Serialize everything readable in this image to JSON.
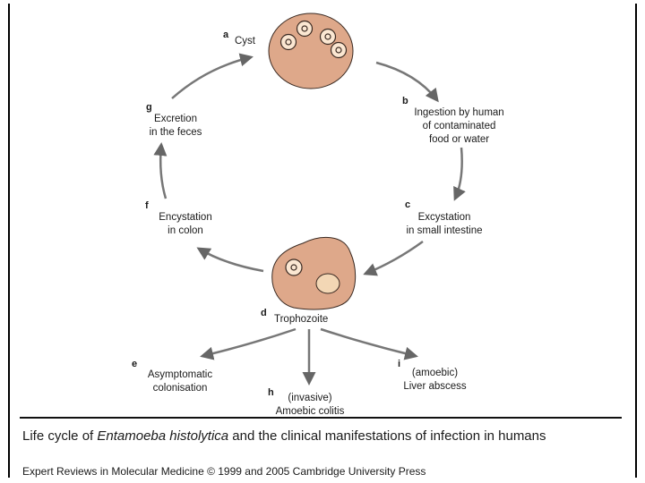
{
  "diagram": {
    "stages": {
      "a": {
        "letter": "a",
        "label": "Cyst"
      },
      "b": {
        "letter": "b",
        "line1": "Ingestion by human",
        "line2": "of contaminated",
        "line3": "food or water"
      },
      "c": {
        "letter": "c",
        "line1": "Excystation",
        "line2": "in small intestine"
      },
      "d": {
        "letter": "d",
        "label": "Trophozoite"
      },
      "e": {
        "letter": "e",
        "line1": "Asymptomatic",
        "line2": "colonisation"
      },
      "f": {
        "letter": "f",
        "line1": "Encystation",
        "line2": "in colon"
      },
      "g": {
        "letter": "g",
        "line1": "Excretion",
        "line2": "in the feces"
      },
      "h": {
        "letter": "h",
        "line1": "(invasive)",
        "line2": "Amoebic colitis"
      },
      "i": {
        "letter": "i",
        "line1": "(amoebic)",
        "line2": "Liver abscess"
      }
    },
    "colors": {
      "cell_fill": "#dea88a",
      "cell_stroke": "#3a2a22",
      "nucleus_fill": "#f3d7b5",
      "arrow": "#666666"
    }
  },
  "caption": {
    "prefix": "Life cycle of ",
    "species": "Entamoeba histolytica",
    "suffix": " and the clinical manifestations of infection in humans"
  },
  "credit": "Expert Reviews in Molecular Medicine © 1999 and 2005 Cambridge University Press"
}
